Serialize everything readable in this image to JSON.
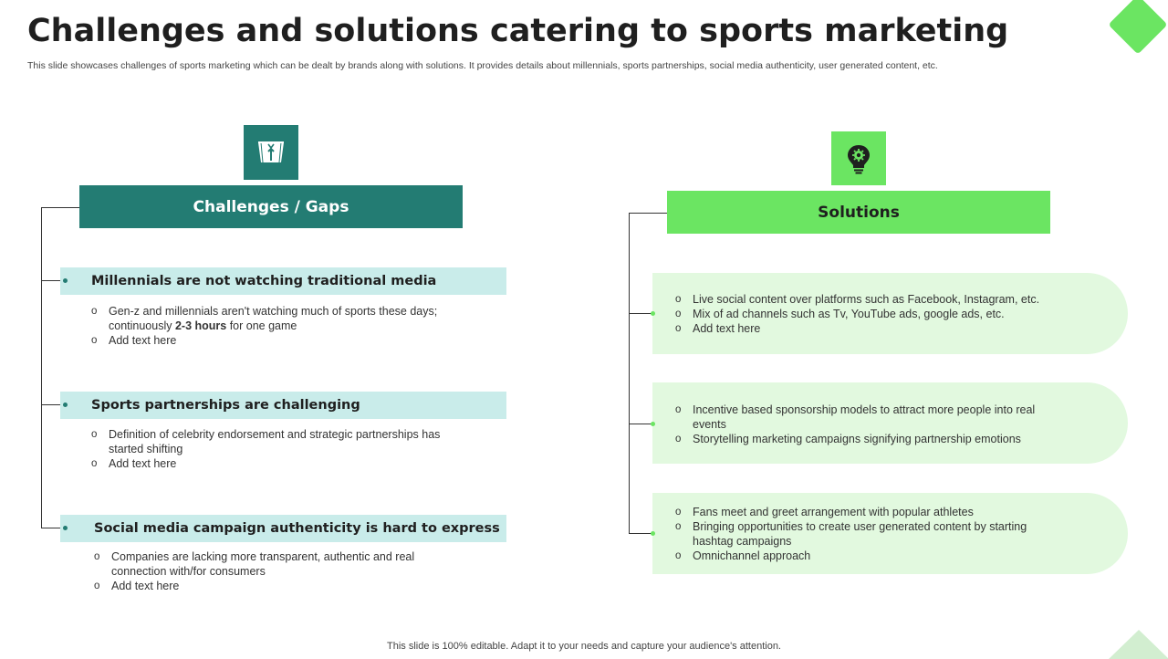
{
  "title": "Challenges and solutions catering to sports marketing",
  "subtitle": "This slide showcases challenges of sports marketing which can be dealt by brands along with solutions. It provides details about millennials, sports partnerships, social media authenticity, user generated content, etc.",
  "footer": "This slide is 100% editable. Adapt it to your needs and capture your audience's attention.",
  "colors": {
    "teal": "#237c73",
    "green": "#6be562",
    "light_teal": "#c9ecea",
    "light_green": "#e2f9df"
  },
  "icons": {
    "challenges": "goal-post-icon",
    "solutions": "lightbulb-gear-icon"
  },
  "challenges": {
    "header": "Challenges / Gaps",
    "items": [
      {
        "title": "Millennials are not watching traditional media",
        "bullet1_pre": "Gen-z and millennials aren't watching much of sports these days; continuously ",
        "bullet1_bold": "2-3 hours",
        "bullet1_post": " for one game",
        "bullet2": "Add text here"
      },
      {
        "title": "Sports partnerships are challenging",
        "bullet1": "Definition of celebrity endorsement and strategic partnerships has started shifting",
        "bullet2": "Add text here"
      },
      {
        "title": "Social media campaign authenticity  is hard to express",
        "bullet1": "Companies are lacking more transparent, authentic and real connection with/for consumers",
        "bullet2": "Add text here"
      }
    ]
  },
  "solutions": {
    "header": "Solutions",
    "groups": [
      {
        "bullets": [
          "Live social content over platforms such as Facebook, Instagram, etc.",
          "Mix of ad channels such as Tv,  YouTube ads, google ads, etc.",
          "Add text here"
        ]
      },
      {
        "bullets": [
          "Incentive  based sponsorship models to attract more people into real events",
          "Storytelling marketing campaigns signifying partnership emotions"
        ]
      },
      {
        "bullets": [
          "Fans meet and greet arrangement  with popular athletes",
          "Bringing opportunities to create user generated  content by starting hashtag campaigns",
          "Omnichannel  approach"
        ]
      }
    ]
  }
}
